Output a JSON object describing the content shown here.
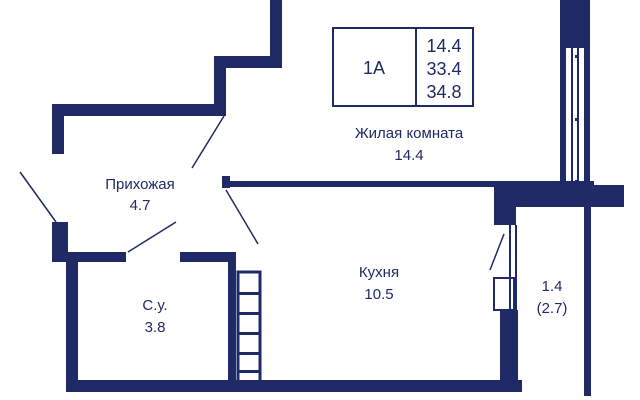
{
  "colors": {
    "wall": "#1f2a66",
    "text": "#1f2a66",
    "background": "#ffffff"
  },
  "badge": {
    "type": "1А",
    "areas": [
      "14.4",
      "33.4",
      "34.8"
    ]
  },
  "rooms": {
    "living": {
      "name": "Жилая комната",
      "area": "14.4"
    },
    "hallway": {
      "name": "Прихожая",
      "area": "4.7"
    },
    "kitchen": {
      "name": "Кухня",
      "area": "10.5"
    },
    "bathroom": {
      "name": "С.у.",
      "area": "3.8"
    },
    "balcony": {
      "name": "1.4",
      "area": "(2.7)"
    }
  }
}
